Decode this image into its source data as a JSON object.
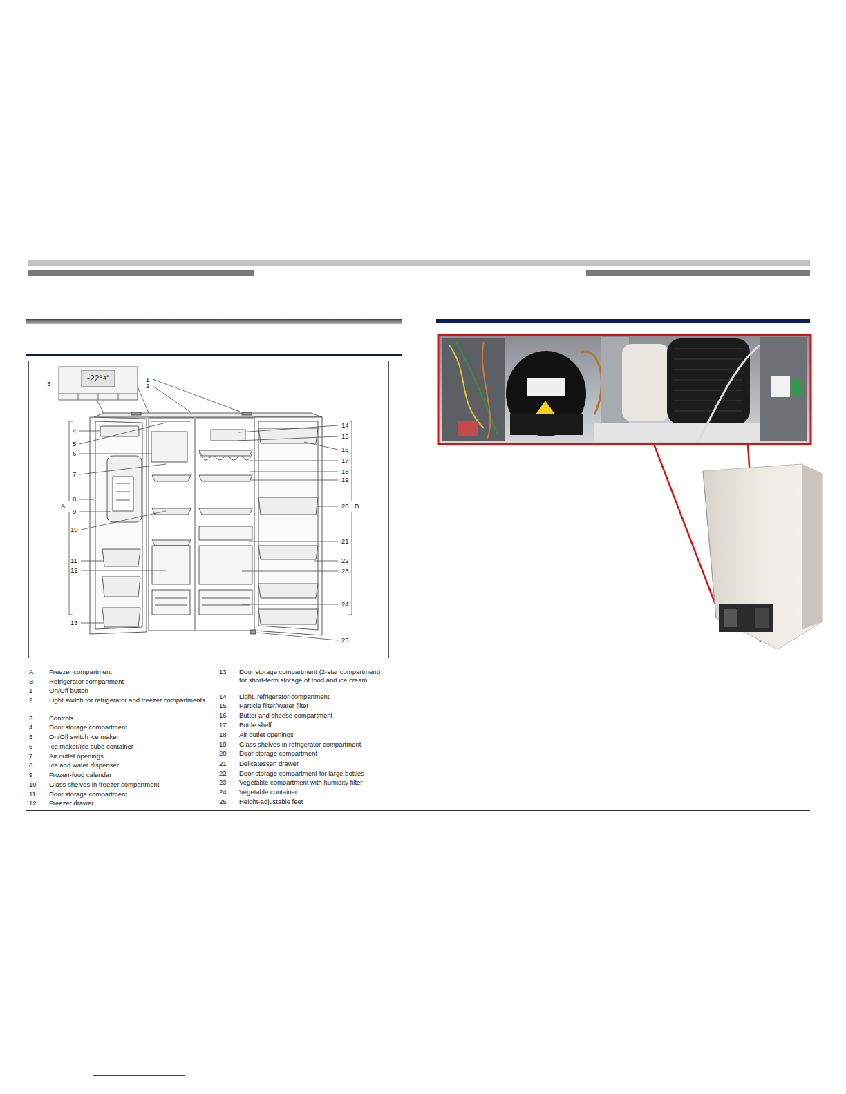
{
  "diagram": {
    "labels": [
      "3",
      "1",
      "2",
      "4",
      "5",
      "6",
      "7",
      "8",
      "A",
      "9",
      "10",
      "11",
      "12",
      "13",
      "14",
      "15",
      "16",
      "17",
      "18",
      "19",
      "20",
      "B",
      "21",
      "22",
      "23",
      "24",
      "25",
      "-22°",
      "4°",
      "A",
      "Freezer compartment",
      "B",
      "Refrigerator compartment",
      "1",
      "On/Off button",
      "2",
      "Light switch for refrigerator and freezer compartments",
      "3",
      "Controls",
      "4",
      "Door storage compartment",
      "5",
      "On/Off switch ice maker",
      "6",
      "Ice maker/Ice cube container",
      "7",
      "Air outlet openings",
      "8",
      "Ice and water dispenser",
      "9",
      "Frozen-food calendar",
      "10",
      "Glass shelves in freezer compartment",
      "11",
      "Door storage compartment",
      "12",
      "Freezer drawer",
      "13",
      "Door storage compartment (2-star compartment) for short-term storage of food and ice cream.",
      "14",
      "Light, refrigerator compartment",
      "15",
      "Particle filter/Water filter",
      "16",
      "Butter and cheese compartment",
      "17",
      "Bottle shelf",
      "18",
      "Air outlet openings",
      "19",
      "Glass shelves in refrigerator compartment",
      "20",
      "Door storage compartment",
      "21",
      "Delicatessen drawer",
      "22",
      "Door storage compartment for large bottles",
      "23",
      "Vegetable compartment with humidity filter",
      "24",
      "Vegetable container",
      "25",
      "Height-adjustable feet"
    ]
  }
}
